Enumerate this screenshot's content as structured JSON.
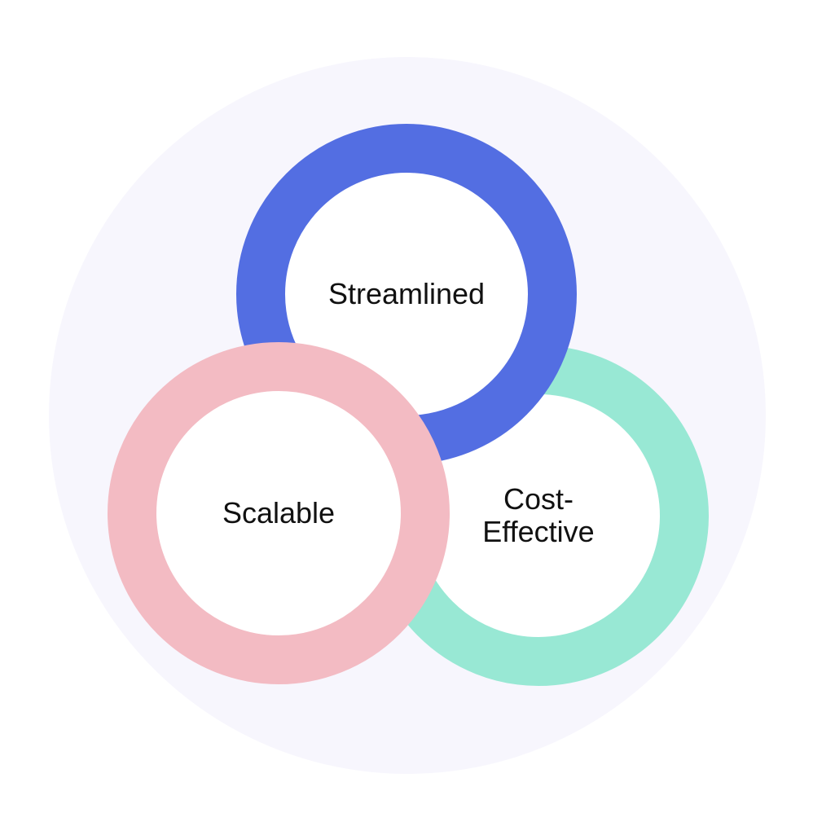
{
  "diagram": {
    "circles": [
      {
        "id": "streamlined",
        "label": "Streamlined",
        "color": "#536ee2"
      },
      {
        "id": "cost-effective",
        "label": "Cost-Effective",
        "label_lines": [
          "Cost-",
          "Effective"
        ],
        "color": "#98e8d4"
      },
      {
        "id": "scalable",
        "label": "Scalable",
        "color": "#f3bbc3"
      }
    ],
    "background_color": "#f7f6fd"
  }
}
